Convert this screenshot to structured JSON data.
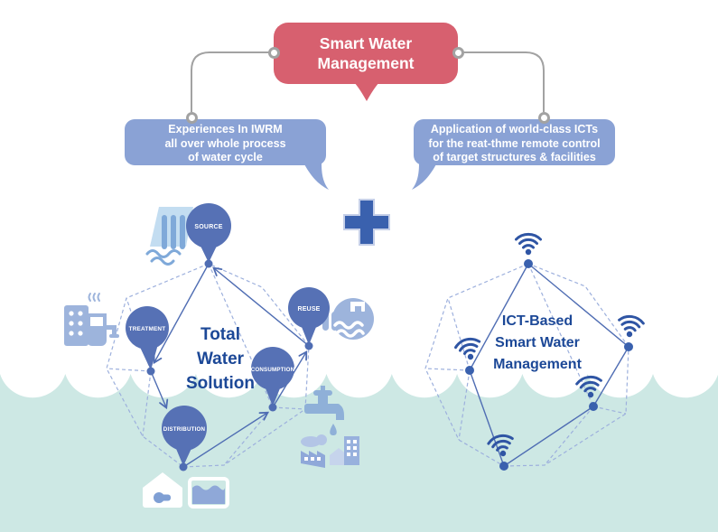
{
  "header": {
    "title": "Smart Water\nManagement",
    "left_callout": "Experiences In IWRM\nall over whole process\nof water cycle",
    "right_callout": "Application of world-class ICTs\nfor the reat-thme remote control\nof target structures & facilities"
  },
  "operator": {
    "symbol": "plus"
  },
  "left_diagram": {
    "title": "Total\nWater\nSolution",
    "balloons": [
      {
        "label": "SOURCE"
      },
      {
        "label": "TREATMENT"
      },
      {
        "label": "REUSE"
      },
      {
        "label": "CONSUMPTION"
      },
      {
        "label": "DISTRIBUTION"
      }
    ],
    "icons": [
      "waterfall-icon",
      "treatment-plant-icon",
      "water-reuse-icon",
      "faucet-icon",
      "water-drop-icon",
      "smoke-cloud-icon",
      "factory-icon",
      "home-small-icon",
      "building-icon",
      "home-icon",
      "water-tank-icon"
    ]
  },
  "right_diagram": {
    "title": "ICT-Based\nSmart Water\nManagement",
    "icons": [
      "wifi-icon",
      "wifi-icon",
      "wifi-icon",
      "wifi-icon",
      "wifi-icon"
    ]
  },
  "colors": {
    "accent_red": "#d7606f",
    "callout_blue": "#8aa2d5",
    "balloon_blue": "#5671b5",
    "solid_line_blue": "#4f6db3",
    "dashed_line_blue": "#9db0dd",
    "wifi_blue": "#2f55a4",
    "water_teal": "#cde8e4",
    "title_text_blue": "#1c4897",
    "icon_periwinkle": "#9db4dc",
    "connector_gray": "#a2a2a2"
  }
}
